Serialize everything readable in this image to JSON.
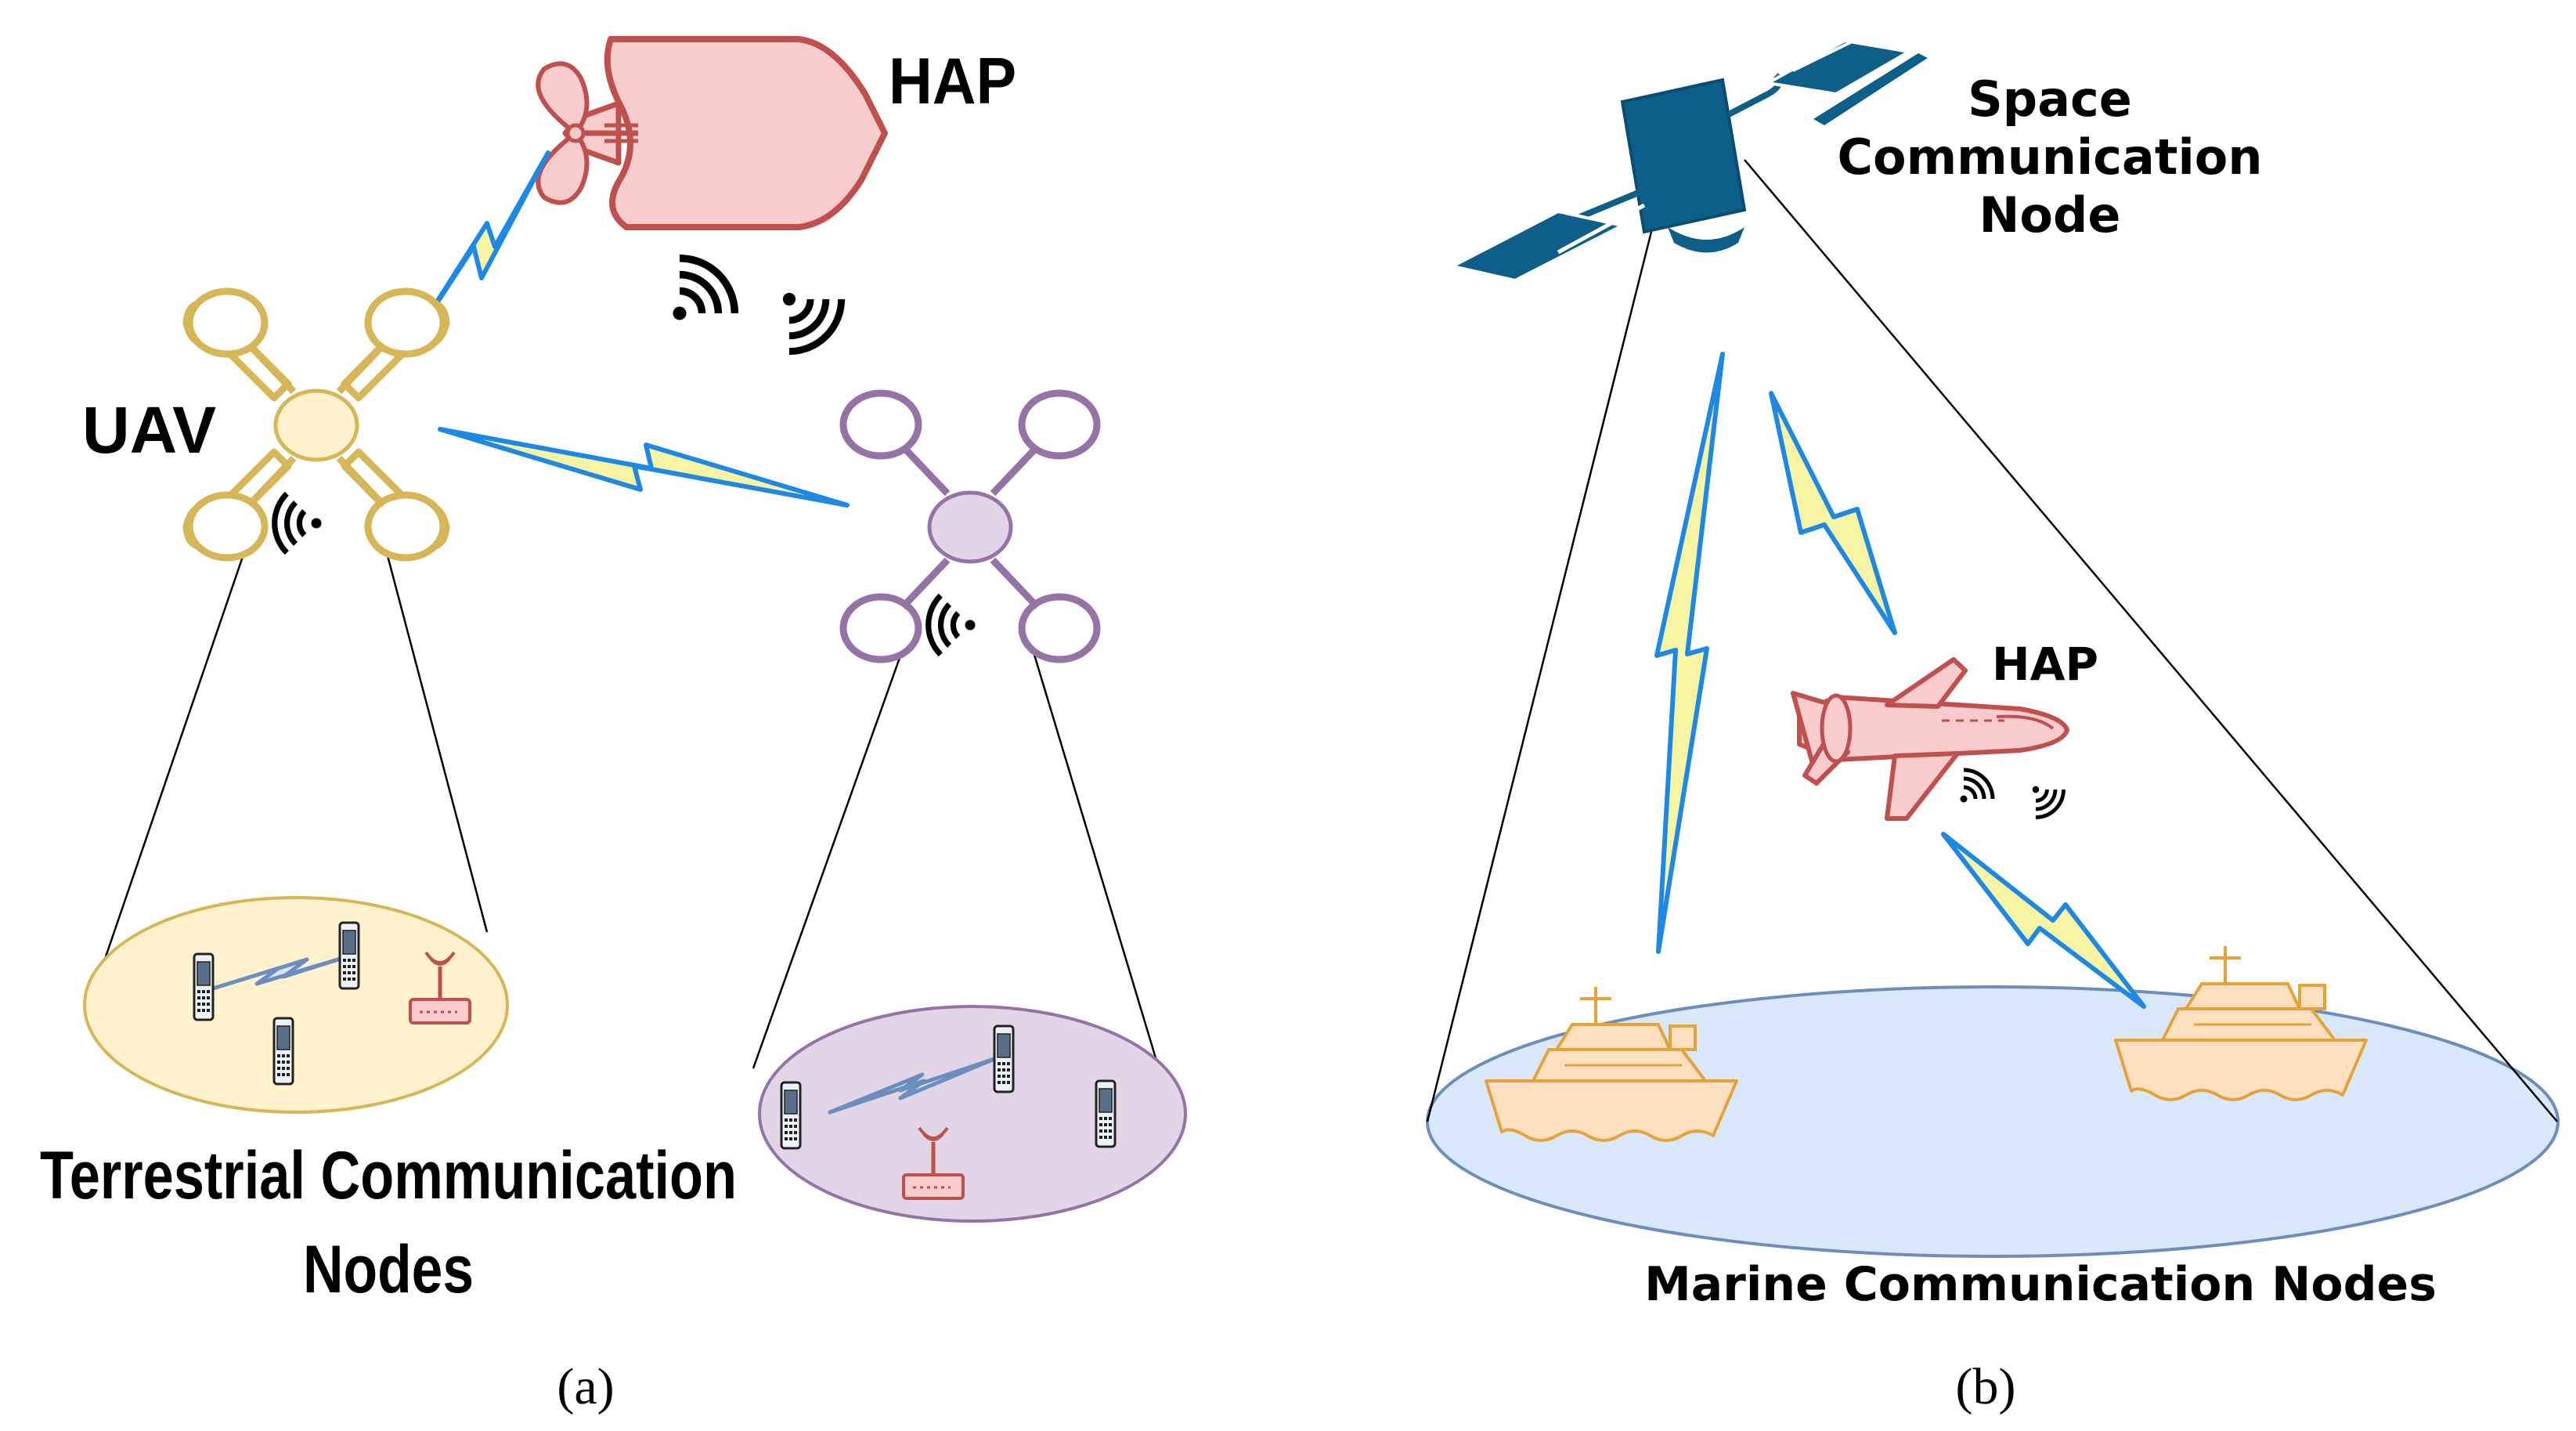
{
  "panel_a": {
    "hap_label": "HAP",
    "uav_label": "UAV",
    "terrestrial_label_line1": "Terrestrial Communication",
    "terrestrial_label_line2": "Nodes",
    "caption": "(a)"
  },
  "panel_b": {
    "space_label_line1": "Space",
    "space_label_line2": "Communication",
    "space_label_line3": "Node",
    "hap_label": "HAP",
    "marine_label": "Marine Communication Nodes",
    "caption": "(b)"
  },
  "colors": {
    "hap_fill": "#f8cccc",
    "hap_stroke": "#c0504d",
    "uav1_fill": "#fff2cc",
    "uav1_stroke": "#d6b656",
    "uav2_fill": "#e1d5e7",
    "uav2_stroke": "#9673a6",
    "link_blue": "#1e88e5",
    "link_yellow": "#f7f5a3",
    "satellite": "#0d5f8a",
    "ship_fill": "#fde0c0",
    "ship_stroke": "#e5a33b",
    "sea_fill": "#dae8fc",
    "sea_stroke": "#6c8ebf",
    "phone_link": "#6c8ebf"
  }
}
